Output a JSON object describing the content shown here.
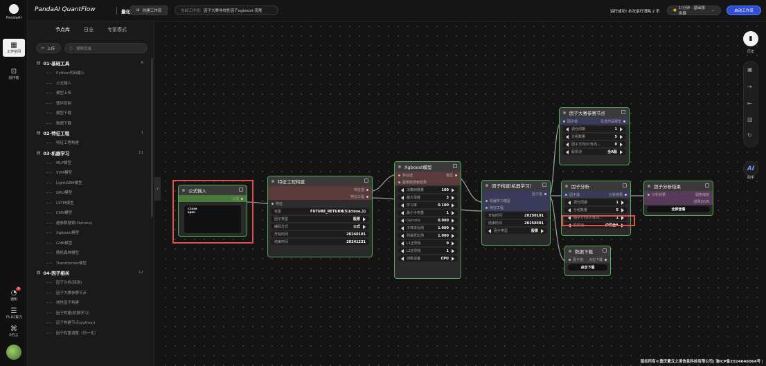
{
  "app": {
    "logo_text": "PandaAI",
    "title": "PandaAI QuantFlow",
    "subtitle": "量化工作流",
    "create_btn": "创建工作流",
    "current_prefix": "当前工作流：",
    "current_name": "因子大赛非线性因子xgboost-克隆",
    "run_status": "运行成功! 本次运行消耗 2 币",
    "plan": "1/分钟 · 基础服务器",
    "start_btn": "启动工作流"
  },
  "rail": {
    "workspace": "工作空间",
    "creator": "创作者",
    "notify": "通知",
    "notify_badge": "3",
    "power": "75.82算力",
    "coins": "0竹子"
  },
  "sidebar": {
    "tabs": [
      "节点库",
      "日志",
      "专家模式"
    ],
    "upload": "上传",
    "search_placeholder": "搜索目录",
    "groups": [
      {
        "name": "01-基础工具",
        "count": "8",
        "items": [
          "Python代码输入",
          "公式输入",
          "模型上传",
          "循环控制",
          "模型下载",
          "数据下载"
        ]
      },
      {
        "name": "02-特征工程",
        "count": "1",
        "items": [
          "特征工程构建"
        ]
      },
      {
        "name": "03-机器学习",
        "count": "11",
        "items": [
          "MLP模型",
          "SVM模型",
          "LightGBM模型",
          "GRU模型",
          "LSTM模型",
          "CNN模型",
          "超参数搜索(Optuna)",
          "Xgboost模型",
          "GNN模型",
          "随机森林模型",
          "Transformer模型"
        ]
      },
      {
        "name": "04-因子相关",
        "count": "12",
        "items": [
          "因子分析(回测)",
          "因子大赛参赛节点",
          "线性因子构建",
          "因子构建(机器学习)",
          "因子构建节点(python)",
          "因子权重调整（归一化）"
        ]
      }
    ]
  },
  "nodes": {
    "formula": {
      "title": "公式输入",
      "out": "公式",
      "code": "close\nopen"
    },
    "feature": {
      "title": "特征工程构建",
      "out1": "特征值",
      "out2": "特征工程",
      "in1": "特征",
      "label": "标签",
      "label_val": "FUTURE_RETURN(5)(close,1)",
      "ftype": "因子类型",
      "ftype_val": "股票",
      "enc": "编码方式",
      "enc_val": "公式",
      "start": "开始时间",
      "start_val": "20240101",
      "end": "结束时间",
      "end_val": "20241231"
    },
    "xgb": {
      "title": "Xgboost模型",
      "in1": "特征值",
      "in2": "超参数搜索结果",
      "out": "模型",
      "params": [
        [
          "决策树数量",
          "100"
        ],
        [
          "最大深度",
          "3"
        ],
        [
          "学习率",
          "0.100"
        ],
        [
          "最小子权重",
          "1"
        ],
        [
          "Gamma",
          "0.000"
        ],
        [
          "子样本比例",
          "1.000"
        ],
        [
          "列采样比例",
          "1.000"
        ],
        [
          "L1正则化",
          "0"
        ],
        [
          "L2正则化",
          "1"
        ],
        [
          "训练设备",
          "CPU"
        ]
      ]
    },
    "build": {
      "title": "因子构建(机器学习)",
      "out": "因子值",
      "in1": "机器学习模型",
      "in2": "特征工程",
      "start": "开始时间",
      "start_val": "20250101",
      "end": "结束时间",
      "end_val": "20250301",
      "ftype": "因子类型",
      "ftype_val": "股票"
    },
    "contest": {
      "title": "因子大赛参赛节点",
      "in": "因子值",
      "out": "生成作品报告",
      "params": [
        [
          "调仓周期",
          "1"
        ],
        [
          "分组数量",
          "5"
        ],
        [
          "因子方向(0:负向...",
          "0"
        ]
      ],
      "pool": "股票池",
      "pool_val": "全A股"
    },
    "analysis": {
      "title": "因子分析",
      "in": "因子值",
      "out": "分析结果",
      "params": [
        [
          "调仓周期",
          "1"
        ],
        [
          "分组数量",
          "5"
        ],
        [
          "因子方向(0:负向...",
          "1"
        ]
      ],
      "pool": "股票池",
      "pool_val": "沪深全A"
    },
    "result": {
      "title": "因子分析结果",
      "in": "分析结果",
      "out1": "图表缩放",
      "out2": "结果JSON",
      "btn": "全屏查看"
    },
    "download": {
      "title": "数据下载",
      "in": "因子值",
      "out": "点击下载",
      "btn": "点击下载"
    }
  },
  "right": {
    "history": "历史",
    "assistant": "助手",
    "ai": "AI"
  },
  "footer": "版权所有©重庆量云之境信息科技有限公司| 渝ICP备2024046064号 |",
  "colors": {
    "accent": "#2f4fd0",
    "node_border": "#4caf50",
    "highlight": "#e05050"
  }
}
